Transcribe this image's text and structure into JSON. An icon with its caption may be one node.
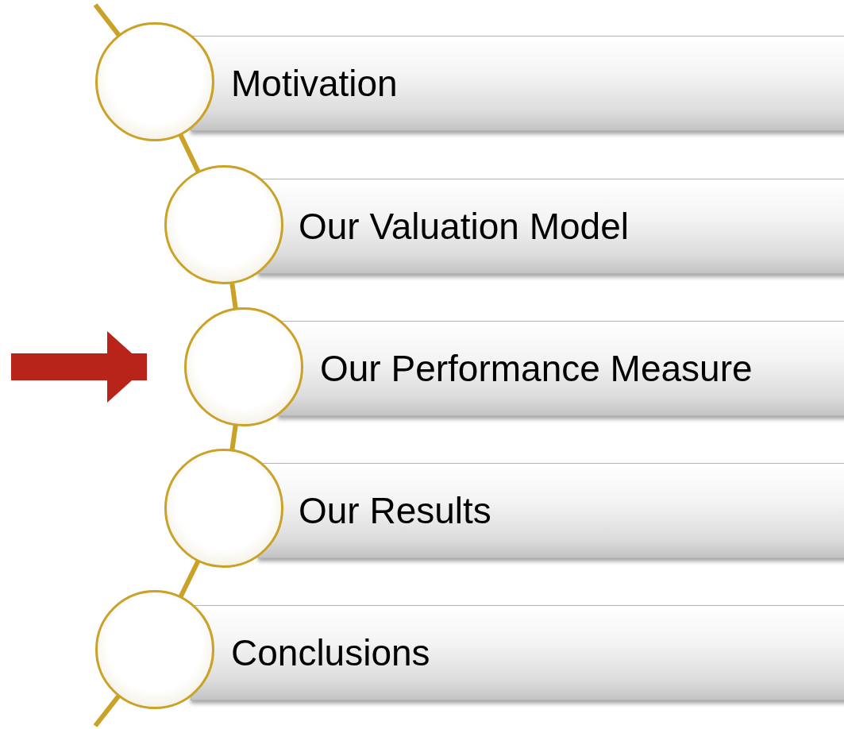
{
  "diagram": {
    "nodes": [
      {
        "text": [
          "Motivation"
        ]
      },
      {
        "text": [
          "Our Valuation Model"
        ]
      },
      {
        "text": [
          "Our Performance Measure"
        ]
      },
      {
        "text": [
          "Our Results"
        ]
      },
      {
        "text": [
          "Conclusions"
        ]
      },
      {
        "text": [],
        "shape": "circle"
      },
      {
        "text": [],
        "shape": "circle"
      },
      {
        "text": [],
        "shape": "circle"
      },
      {
        "text": [],
        "shape": "circle"
      },
      {
        "text": [],
        "shape": "circle"
      }
    ],
    "edges": [
      {
        "from": null,
        "to": 5,
        "arrow": "none"
      },
      {
        "from": 5,
        "to": 6,
        "arrow": "none"
      },
      {
        "from": 6,
        "to": 7,
        "arrow": "none"
      },
      {
        "from": 7,
        "to": 8,
        "arrow": "none"
      },
      {
        "from": 8,
        "to": 9,
        "arrow": "none"
      },
      {
        "from": 9,
        "to": null,
        "arrow": "none"
      },
      {
        "from": null,
        "to": 7,
        "arrow": "to",
        "style": "thick",
        "color": "#b8231a"
      }
    ]
  }
}
